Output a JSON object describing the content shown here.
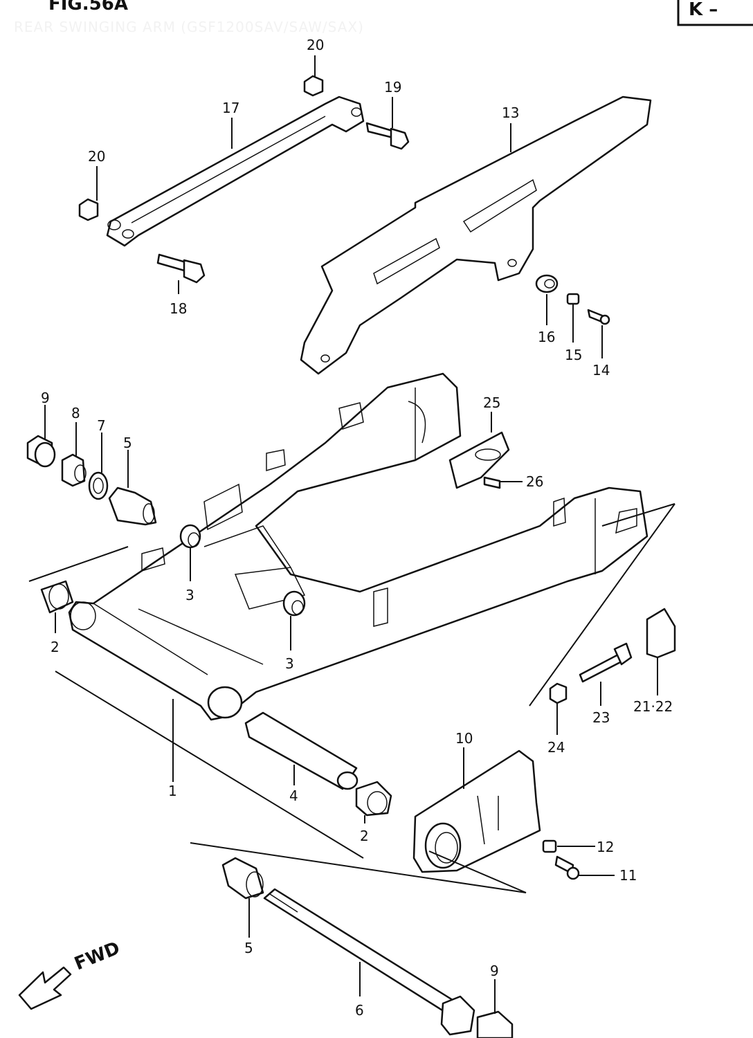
{
  "header": {
    "fig_label": "FIG.56A",
    "subtitle": "REAR SWINGING ARM (GSF1200SAV/SAW/SAX)",
    "code_box": "K –"
  },
  "callouts": {
    "p20a": "20",
    "p19": "19",
    "p17": "17",
    "p13": "13",
    "p20b": "20",
    "p18": "18",
    "p16": "16",
    "p15": "15",
    "p14": "14",
    "p9a": "9",
    "p8": "8",
    "p7": "7",
    "p5a": "5",
    "p25": "25",
    "p26": "26",
    "p3a": "3",
    "p2a": "2",
    "p3b": "3",
    "p2122": "21·22",
    "p23": "23",
    "p24": "24",
    "p1": "1",
    "p4": "4",
    "p10": "10",
    "p2b": "2",
    "p12": "12",
    "p11": "11",
    "p5b": "5",
    "p6": "6",
    "p9b": "9"
  },
  "fwd_label": "FWD"
}
